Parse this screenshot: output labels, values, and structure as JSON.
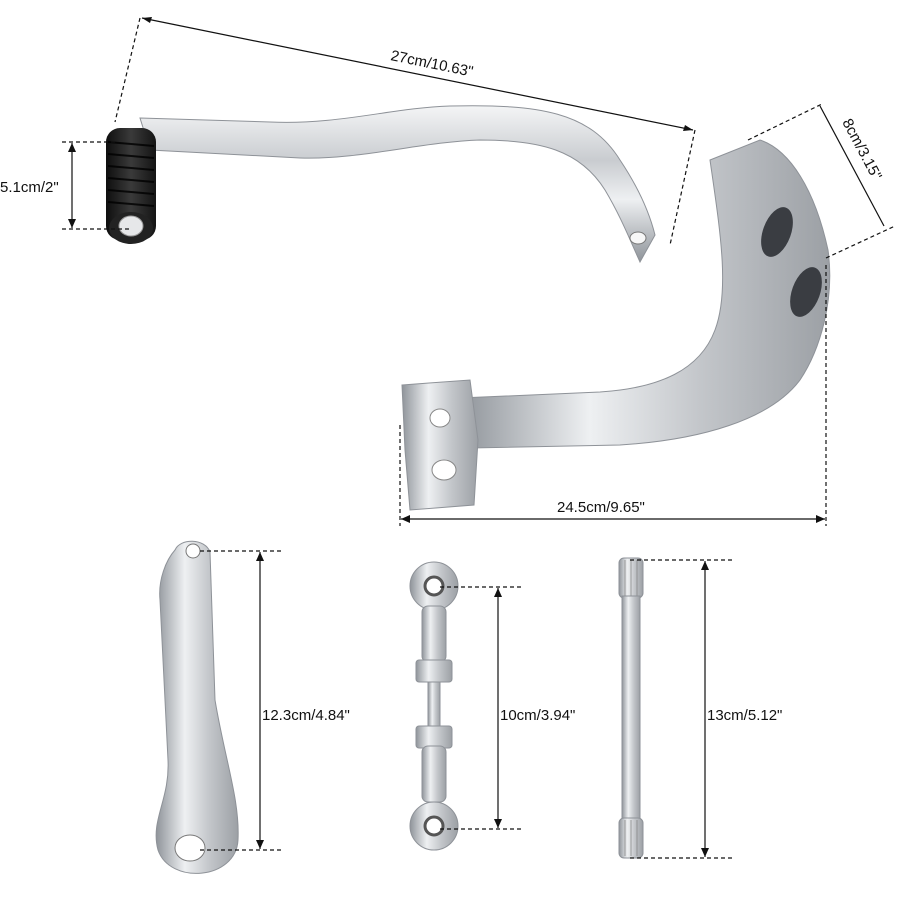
{
  "colors": {
    "background": "#ffffff",
    "chrome": "#d4d6d9",
    "chrome_dark": "#8e9298",
    "rubber": "#1e1e1e",
    "dimension_line": "#111111"
  },
  "dimensions": {
    "shifter_length": "27cm/10.63\"",
    "peg_height": "5.1cm/2\"",
    "heel_width": "8cm/3.15\"",
    "heel_length": "24.5cm/9.65\"",
    "inner_arm": "12.3cm/4.84\"",
    "rod_length": "10cm/3.94\"",
    "shaft_length": "13cm/5.12\""
  },
  "parts": [
    "shift-lever-with-peg",
    "heel-shifter",
    "inner-shift-arm",
    "shift-linkage-rod",
    "shift-shaft"
  ]
}
